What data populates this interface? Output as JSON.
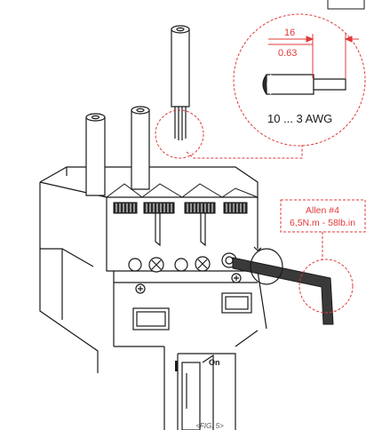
{
  "dimension": {
    "mm": "16",
    "inch": "0.63"
  },
  "wire_gauge": "10 ... 3 AWG",
  "torque": {
    "tool": "Allen #4",
    "value": "6,5N.m - 58lb.in"
  },
  "switch_label": "On",
  "figure_caption": "<FIG. 5>",
  "colors": {
    "callout": "#e03a3a",
    "line": "#1a1a1a",
    "wire_fill": "#ffffff",
    "key_fill": "#3a3a3a"
  },
  "icons": [
    "screw-terminal-icon",
    "allen-key-icon",
    "wire-strip-icon"
  ]
}
